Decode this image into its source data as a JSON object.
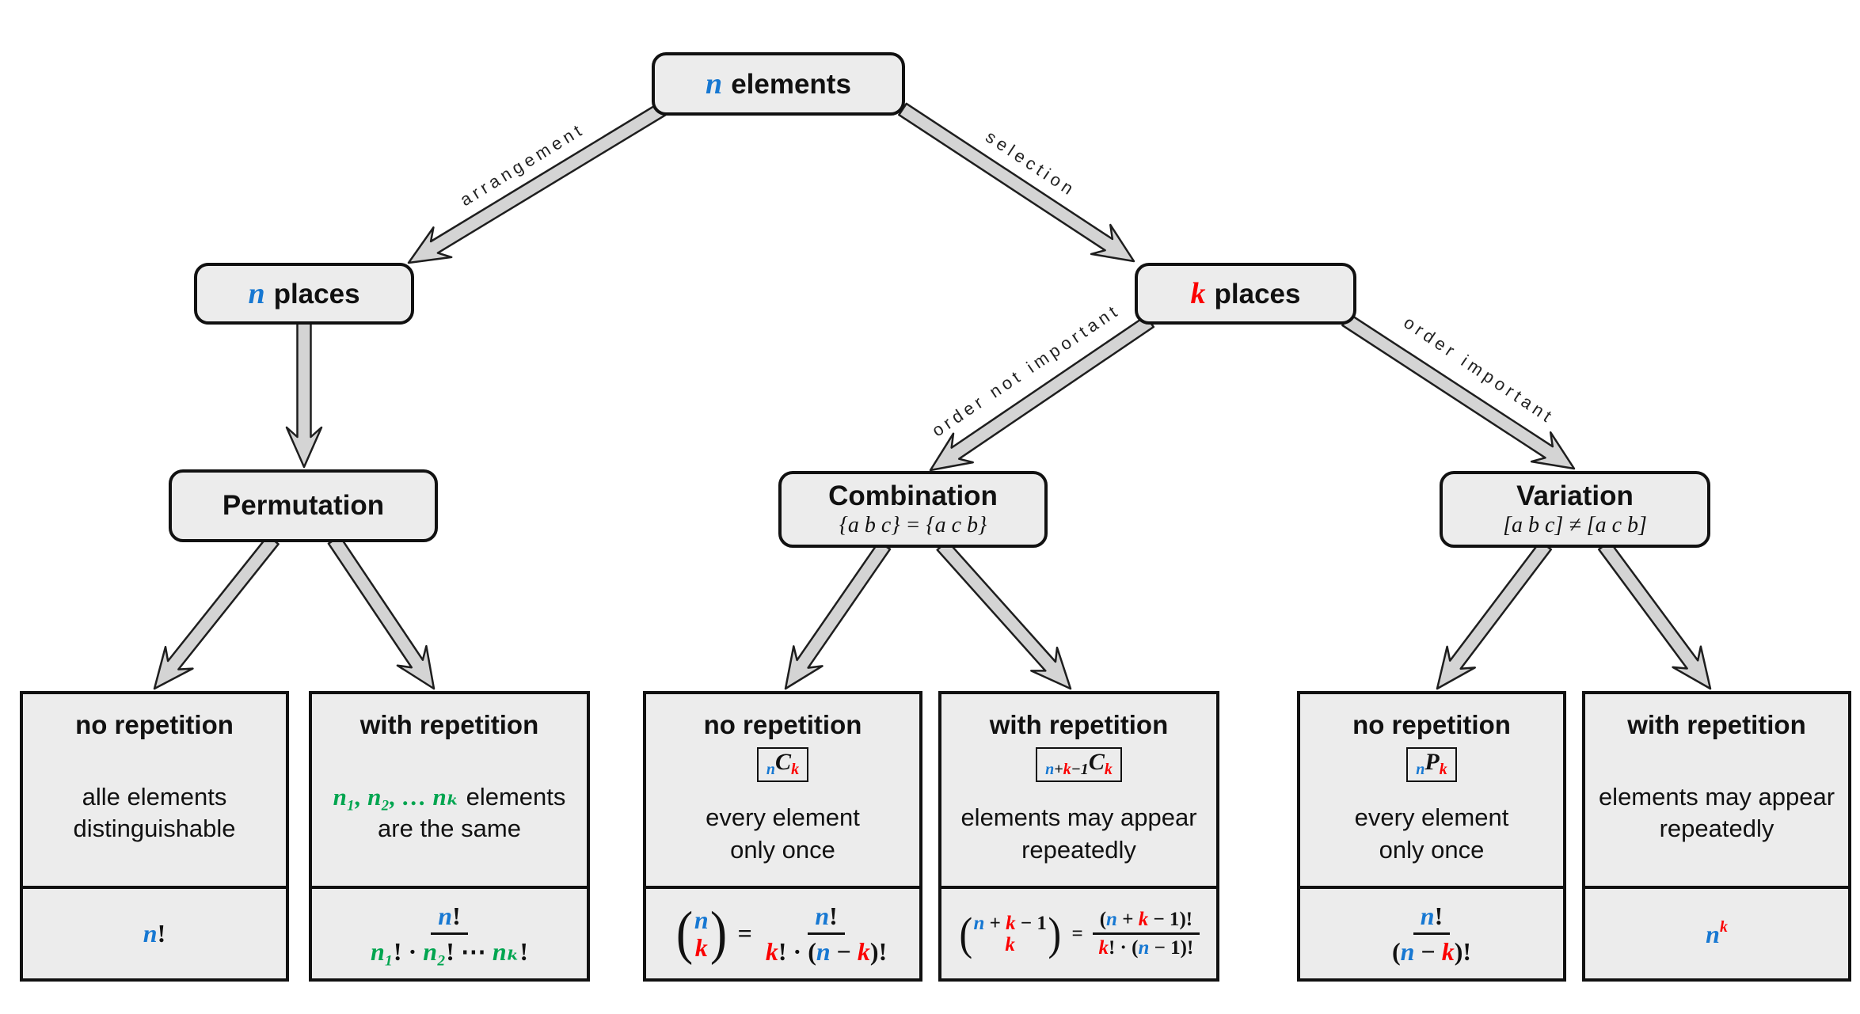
{
  "palette": {
    "blue": "#1778d2",
    "red": "#fb0000",
    "green": "#00a550",
    "box_fill": "#ececec",
    "arrow_fill": "#d4d4d4",
    "line": "#111111"
  },
  "nodes": {
    "root": {
      "var": "n",
      "text": "elements"
    },
    "n_places": {
      "var": "n",
      "text": "places"
    },
    "k_places": {
      "var": "k",
      "text": "places"
    },
    "permutation": {
      "title": "Permutation"
    },
    "combination": {
      "title": "Combination",
      "note": "{a b c} = {a c b}"
    },
    "variation": {
      "title": "Variation",
      "note": "[a b c] ≠ [a c b]"
    }
  },
  "edge_labels": {
    "arrangement": "arrangement",
    "selection": "selection",
    "order_not_important": "order not important",
    "order_important": "order important"
  },
  "cards": {
    "perm_no_rep": {
      "title": "no repetition",
      "desc1": "alle elements",
      "desc2": "distinguishable",
      "f_n": "n",
      "f_fact": "!"
    },
    "perm_with_rep": {
      "title": "with repetition",
      "desc_green": "n₁, n₂, … nₖ",
      "desc_rest": "elements",
      "desc2": "are the same",
      "num_n": "n",
      "num_fact": "!",
      "den_n1": "n₁",
      "den_s1": "! · ",
      "den_n2": "n₂",
      "den_s2": "! ⋯ ",
      "den_n3": "nₖ",
      "den_s3": "!"
    },
    "comb_no_rep": {
      "title": "no repetition",
      "badge_n": "n",
      "badge_op": "C",
      "badge_k": "k",
      "desc1": "every element",
      "desc2": "only once",
      "bt": "n",
      "bb": "k",
      "eq": "=",
      "num_n": "n",
      "num_fact": "!",
      "den_k": "k",
      "den_s1": "! · (",
      "den_n": "n",
      "den_s2": " − ",
      "den_k2": "k",
      "den_s3": ")!"
    },
    "comb_with_rep": {
      "title": "with repetition",
      "badge_n": "n",
      "badge_plus": "+",
      "badge_k": "k",
      "badge_m1": "−1",
      "badge_op": "C",
      "badge_k2": "k",
      "desc1": "elements may appear",
      "desc2": "repeatedly",
      "bt_n": "n",
      "bt_p": " + ",
      "bt_k": "k",
      "bt_m": " − ",
      "bt_1": "1",
      "bb_k": "k",
      "eq": "=",
      "num_o": "(",
      "num_n": "n",
      "num_p": " + ",
      "num_k": "k",
      "num_m": " − 1",
      "num_c": ")!",
      "den_k": "k",
      "den_s1": "! · (",
      "den_n": "n",
      "den_s2": " − 1)!"
    },
    "var_no_rep": {
      "title": "no repetition",
      "badge_n": "n",
      "badge_op": "P",
      "badge_k": "k",
      "desc1": "every element",
      "desc2": "only once",
      "num_n": "n",
      "num_fact": "!",
      "den_o": "(",
      "den_n": "n",
      "den_m": " − ",
      "den_k": "k",
      "den_c": ")!"
    },
    "var_with_rep": {
      "title": "with repetition",
      "desc1": "elements may appear",
      "desc2": "repeatedly",
      "f_n": "n",
      "f_sup_k": "k"
    }
  }
}
